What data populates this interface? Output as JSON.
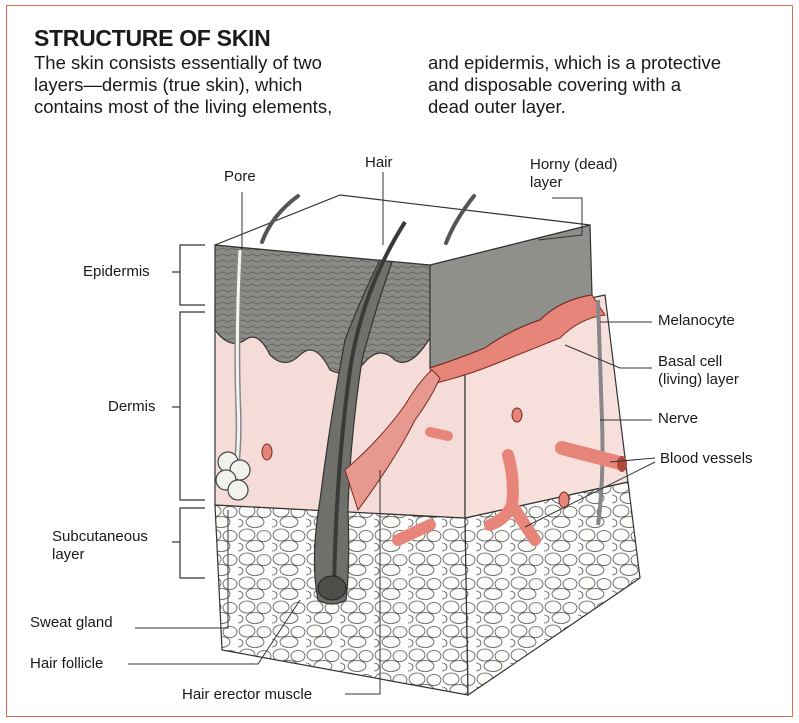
{
  "title": "STRUCTURE OF SKIN",
  "intro": {
    "left": "The skin consists essentially of two\nlayers—dermis (true skin), which\ncontains most of the living elements,",
    "right": "and epidermis, which is a protective\nand disposable covering with a\ndead outer layer."
  },
  "labels": {
    "pore": "Pore",
    "hair": "Hair",
    "horny_layer": "Horny (dead)\nlayer",
    "epidermis": "Epidermis",
    "dermis": "Dermis",
    "subcutaneous": "Subcutaneous\nlayer",
    "melanocyte": "Melanocyte",
    "basal_cell": "Basal cell\n(living) layer",
    "nerve": "Nerve",
    "blood_vessels": "Blood vessels",
    "sweat_gland": "Sweat gland",
    "hair_follicle": "Hair follicle",
    "hair_erector": "Hair erector muscle"
  },
  "colors": {
    "border": "#e06a4f",
    "dermis": "#f6dcd8",
    "epidermis": "#7d7d7a",
    "basal": "#e8857a",
    "fat": "#f4f4f0"
  }
}
